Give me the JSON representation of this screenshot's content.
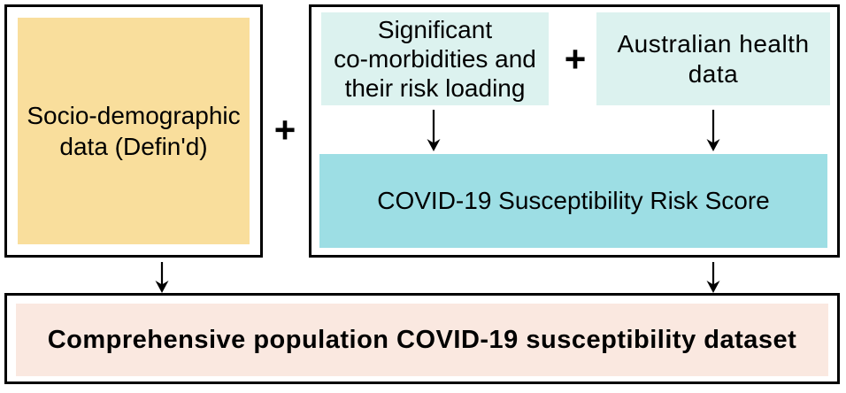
{
  "colors": {
    "yellow_box": "#F9DE9C",
    "light_cyan_box": "#DCF2EF",
    "cyan_box": "#9DDEE4",
    "pink_box": "#FAE8E0",
    "border": "#000000",
    "text": "#000000",
    "background": "#FFFFFF"
  },
  "left_panel": {
    "lines": [
      "Socio-demographic",
      "data (Defin'd)"
    ]
  },
  "operators": {
    "plus_main": "+",
    "plus_inner": "+"
  },
  "right_panel": {
    "comorbidities": {
      "lines": [
        "Significant",
        "co-morbidities and",
        "their risk loading"
      ]
    },
    "australian_health": {
      "lines": [
        "Australian health",
        "data"
      ]
    },
    "risk_score": "COVID-19 Susceptibility Risk Score"
  },
  "bottom_panel": {
    "label": "Comprehensive population COVID-19 susceptibility dataset"
  },
  "icons": {
    "down_arrow": "↓"
  }
}
